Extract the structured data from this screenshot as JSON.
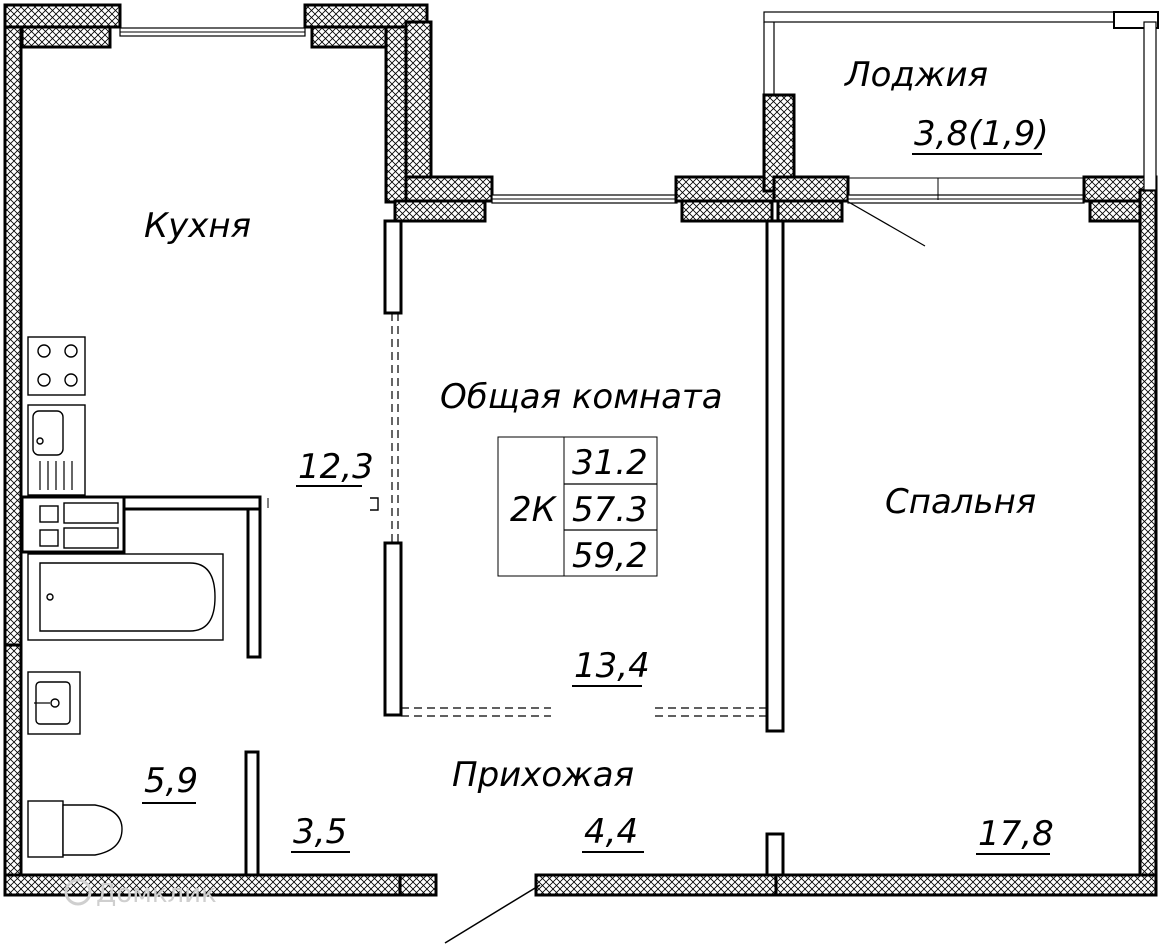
{
  "rooms": {
    "kitchen": {
      "label": "Кухня",
      "area": "12,3"
    },
    "living": {
      "label": "Общая комната",
      "area": "13,4"
    },
    "bedroom": {
      "label": "Спальня",
      "area": "17,8"
    },
    "loggia": {
      "label": "Лоджия",
      "area": "3,8(1,9)"
    },
    "hallway": {
      "label": "Прихожая",
      "area": "4,4"
    },
    "bathroom": {
      "area": "5,9"
    },
    "closet": {
      "area": "3,5"
    }
  },
  "summary": {
    "type": "2К",
    "living_area": "31.2",
    "total_area": "57.3",
    "total_with_loggia": "59,2"
  },
  "watermark": {
    "text": "Домклик"
  }
}
